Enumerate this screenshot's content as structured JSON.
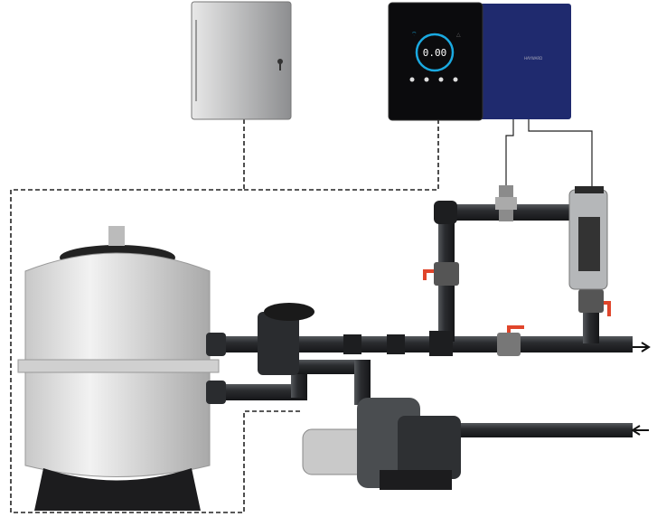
{
  "controller": {
    "display_value": "0.00",
    "brand_mark": "HAYWARD"
  },
  "colors": {
    "pipe": "#2b2d30",
    "controller_panel": "#0b0b0d",
    "cell_cover": "#1f2a6e",
    "display_ring": "#1aa9e0",
    "valve_handle": "#e0452b",
    "enclosure": "#b8b9bb",
    "tank": "#d9d9d9"
  },
  "flow": {
    "outlet_arrow": "arrow-right",
    "inlet_arrow": "arrow-left"
  }
}
